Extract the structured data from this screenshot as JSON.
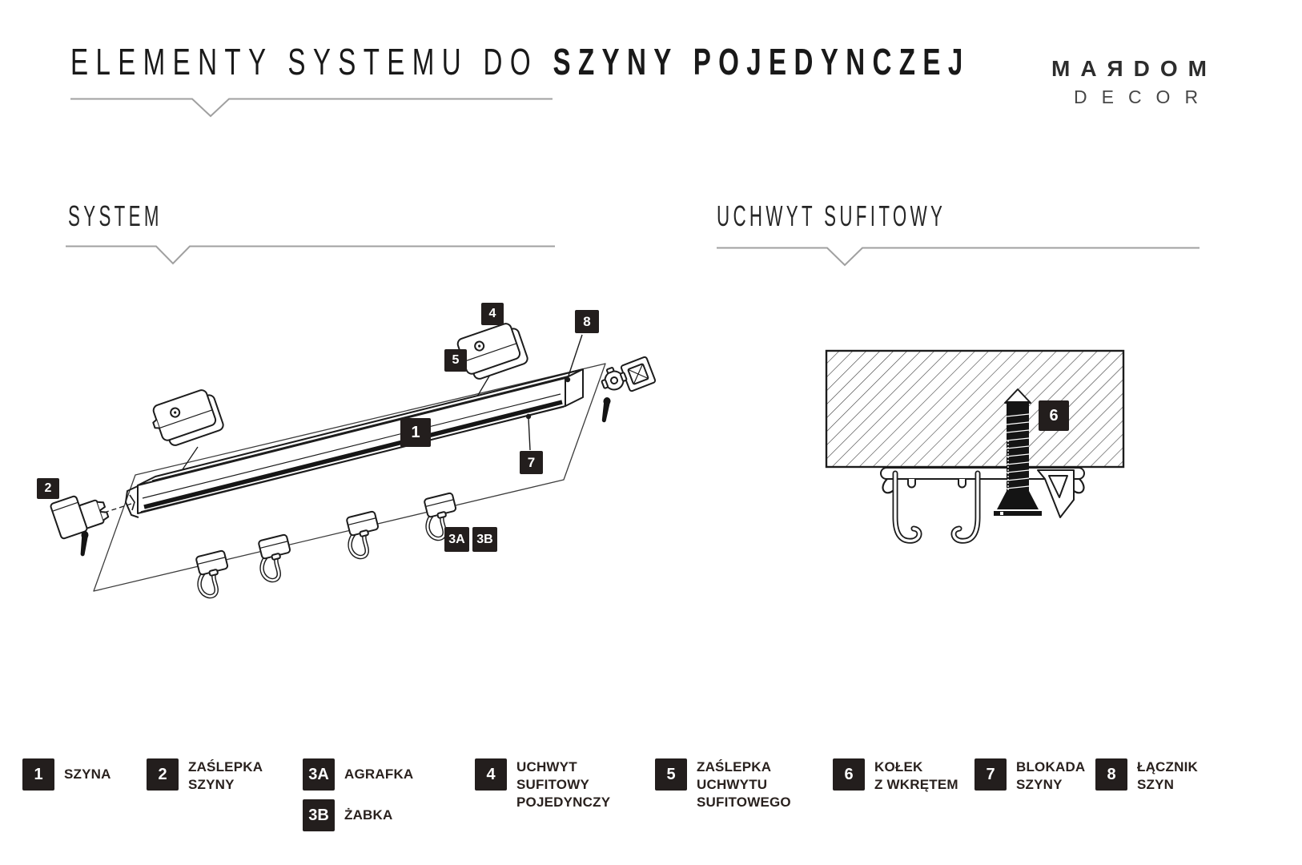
{
  "title": {
    "regular": "ELEMENTY SYSTEMU DO ",
    "bold": "SZYNY POJEDYNCZEJ"
  },
  "logo": {
    "word": "MAЯDOM",
    "sub": "DECOR"
  },
  "sections": {
    "system": "SYSTEM",
    "ceiling": "UCHWYT SUFITOWY"
  },
  "diagram": {
    "left_badges": [
      {
        "label": "4"
      },
      {
        "label": "8"
      },
      {
        "label": "5"
      },
      {
        "label": "1"
      },
      {
        "label": "7"
      },
      {
        "label": "2"
      },
      {
        "label": "3A"
      },
      {
        "label": "3B"
      }
    ],
    "right_badges": [
      {
        "label": "6"
      }
    ]
  },
  "legend": {
    "items": [
      {
        "badge": "1",
        "lines": [
          "SZYNA"
        ]
      },
      {
        "badge": "2",
        "lines": [
          "ZAŚLEPKA",
          "SZYNY"
        ]
      },
      {
        "badge": "3A",
        "lines": [
          "AGRAFKA"
        ]
      },
      {
        "badge": "3B",
        "lines": [
          "ŻABKA"
        ]
      },
      {
        "badge": "4",
        "lines": [
          "UCHWYT",
          "SUFITOWY",
          "POJEDYNCZY"
        ]
      },
      {
        "badge": "5",
        "lines": [
          "ZAŚLEPKA",
          "UCHWYTU",
          "SUFITOWEGO"
        ]
      },
      {
        "badge": "6",
        "lines": [
          "KOŁEK",
          "Z WKRĘTEM"
        ]
      },
      {
        "badge": "7",
        "lines": [
          "BLOKADA",
          "SZYNY"
        ]
      },
      {
        "badge": "8",
        "lines": [
          "ŁĄCZNIK",
          "SZYN"
        ]
      }
    ]
  },
  "colors": {
    "badge_bg": "#231e1d",
    "badge_text": "#ffffff",
    "ink": "#1c1c1c",
    "muted_line": "#9e9e9e"
  }
}
